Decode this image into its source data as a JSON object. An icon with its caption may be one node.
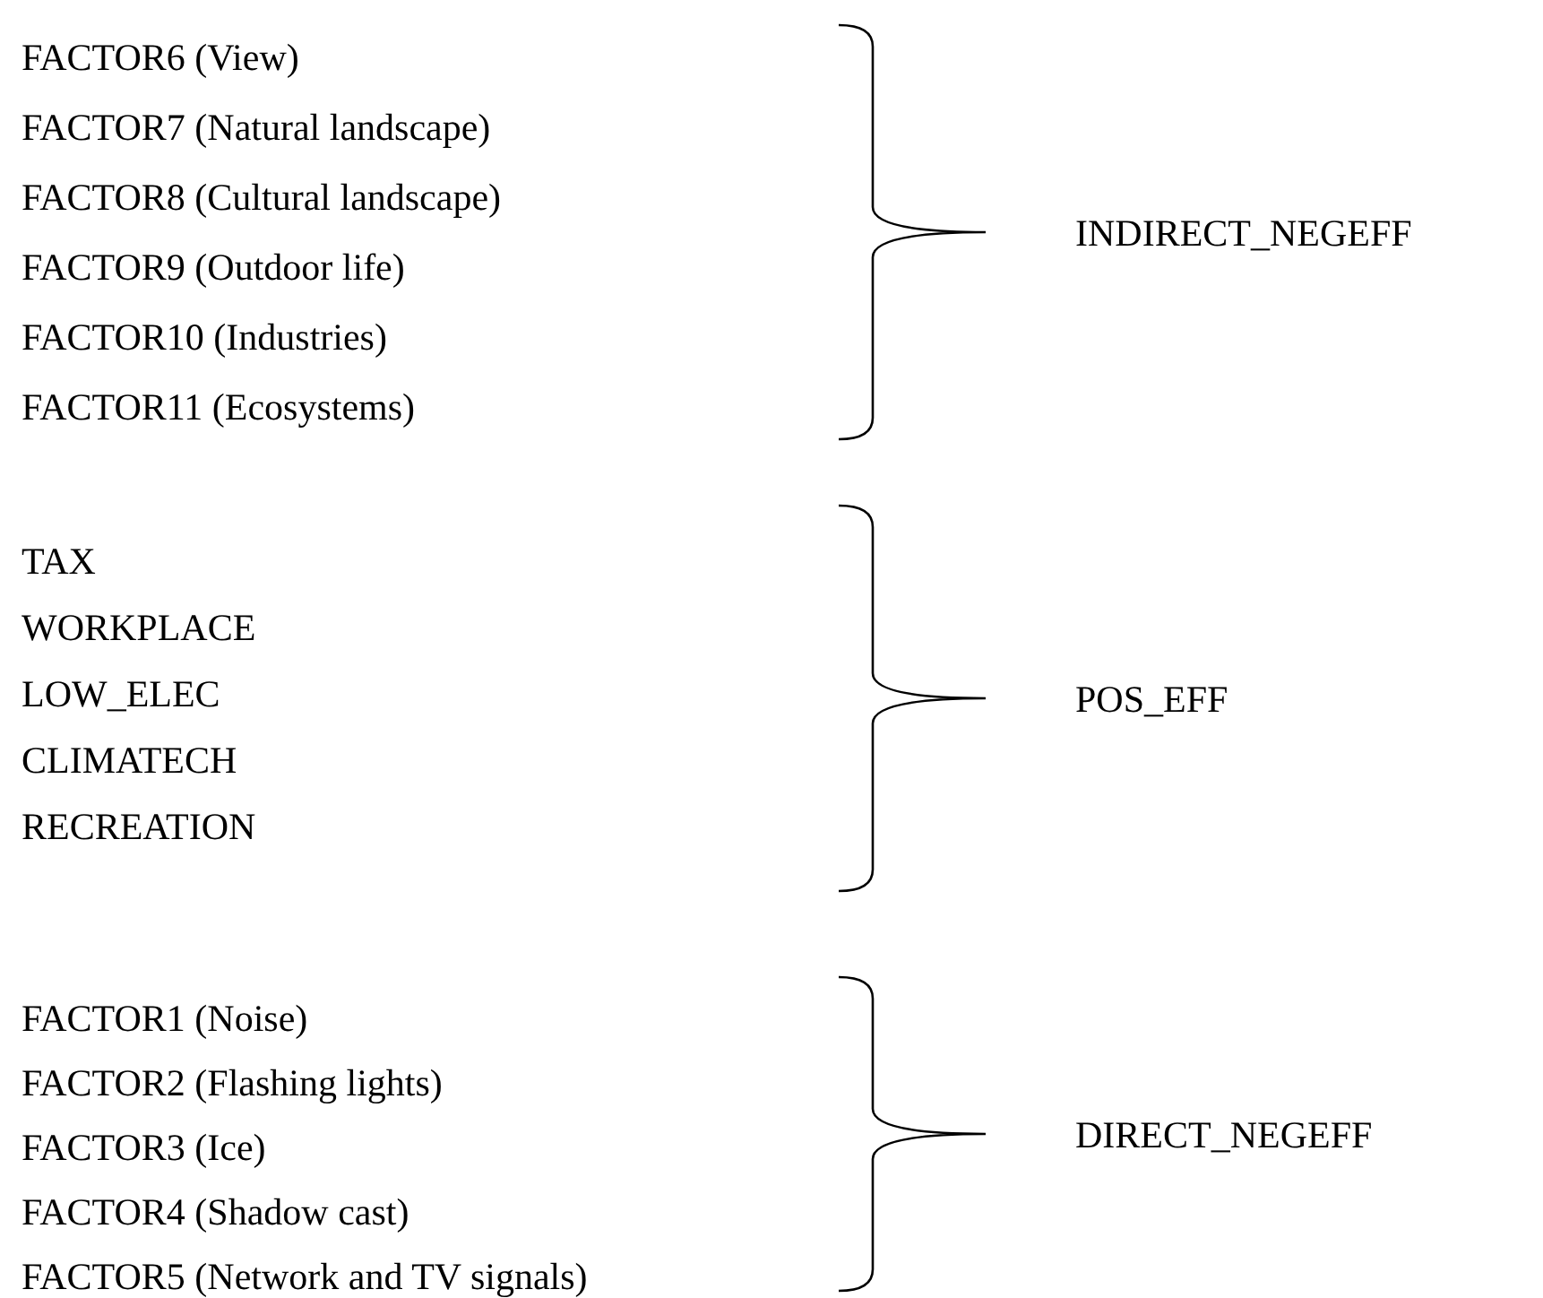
{
  "diagram": {
    "labels": [
      "FACTOR6 (View)",
      "FACTOR7 (Natural landscape)",
      "FACTOR8 (Cultural landscape)",
      "FACTOR9 (Outdoor life)",
      "FACTOR10 (Industries)",
      "FACTOR11 (Ecosystems)",
      "INDIRECT_NEGEFF",
      "TAX",
      "WORKPLACE",
      "LOW_ELEC",
      "CLIMATECH",
      "RECREATION",
      "POS_EFF",
      "FACTOR1 (Noise)",
      "FACTOR2 (Flashing lights)",
      "FACTOR3 (Ice)",
      "FACTOR4 (Shadow cast)",
      "FACTOR5 (Network and TV signals)",
      "DIRECT_NEGEFF"
    ]
  }
}
